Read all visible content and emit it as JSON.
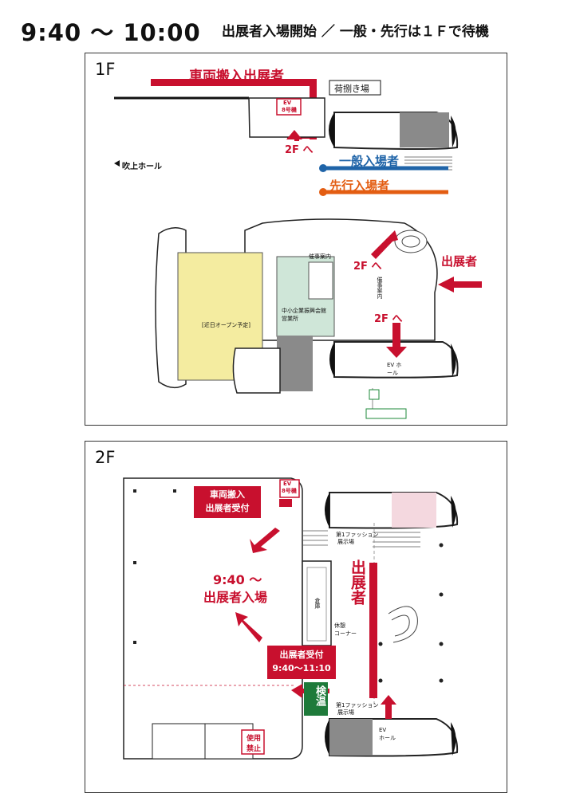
{
  "header": {
    "time_range": "9:40 ～ 10:00",
    "subtitle": "出展者入場開始 ／ 一般・先行は１Ｆで待機"
  },
  "floor1": {
    "label": "1F",
    "vehicle_exhibitors": "車両搬入出展者",
    "unloading_area": "荷捌き場",
    "ev_label": "EV",
    "ev_no": "8号機",
    "to_2f_a": "2F へ",
    "to_2f_b": "2F へ",
    "to_2f_c": "2F へ",
    "general_entry": "一般入場者",
    "priority_entry": "先行入場者",
    "atrium_hall": "吹上ホール",
    "exhibitors": "出展者",
    "event_info_a": "催事案内",
    "event_info_b": "催事案内",
    "sme_hall": "中小企業振興会館",
    "sales_office": "営業所",
    "opening_soon": "[近日オープン予定]",
    "ev_hall": "EV ホール"
  },
  "floor2": {
    "label": "2F",
    "ev_label": "EV",
    "ev_no": "8号機",
    "vehicle_reception": [
      "車両搬入",
      "出展者受付"
    ],
    "fashion_hall_top": [
      "第1ファッション",
      "展示場"
    ],
    "fashion_hall_bottom": [
      "第1ファッション",
      "展示場"
    ],
    "entry_time": "9:40 ～",
    "exhibitor_entry": "出展者入場",
    "exhibitor_vertical": "出展者",
    "storage": "倉庫",
    "rest_corner": [
      "休憩",
      "コーナー"
    ],
    "reception": "出展者受付",
    "reception_time": "9:40～11:10",
    "temp_check": "検温",
    "no_use": [
      "使用",
      "禁止"
    ],
    "ev_hall": [
      "EV",
      "ホール"
    ]
  },
  "colors": {
    "red": "#c8102e",
    "blue": "#1f64a8",
    "orange": "#e35d12",
    "yellow_area": "#f4eca0",
    "green_area": "#cfe6d8",
    "pink_area": "#f4d8df",
    "gray_block": "#8a8a8a"
  }
}
